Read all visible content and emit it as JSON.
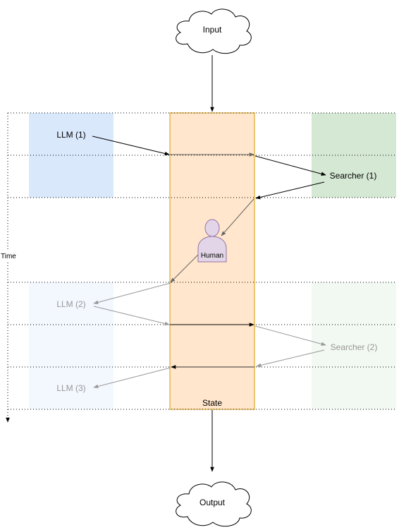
{
  "labels": {
    "input": "Input",
    "output": "Output",
    "time": "Time",
    "state": "State",
    "human": "Human",
    "llm1": "LLM (1)",
    "llm2": "LLM (2)",
    "llm3": "LLM (3)",
    "searcher1": "Searcher (1)",
    "searcher2": "Searcher (2)"
  },
  "colors": {
    "llm_active": "#dae8fc",
    "llm_faded": "#f3f7fe",
    "searcher_active": "#d5e8d4",
    "searcher_faded": "#f2f8f2",
    "state_fill": "#ffe6cc",
    "state_stroke": "#d79b00",
    "human_fill": "#e1d5e7",
    "human_stroke": "#9673a6",
    "faded_text": "#999999"
  }
}
